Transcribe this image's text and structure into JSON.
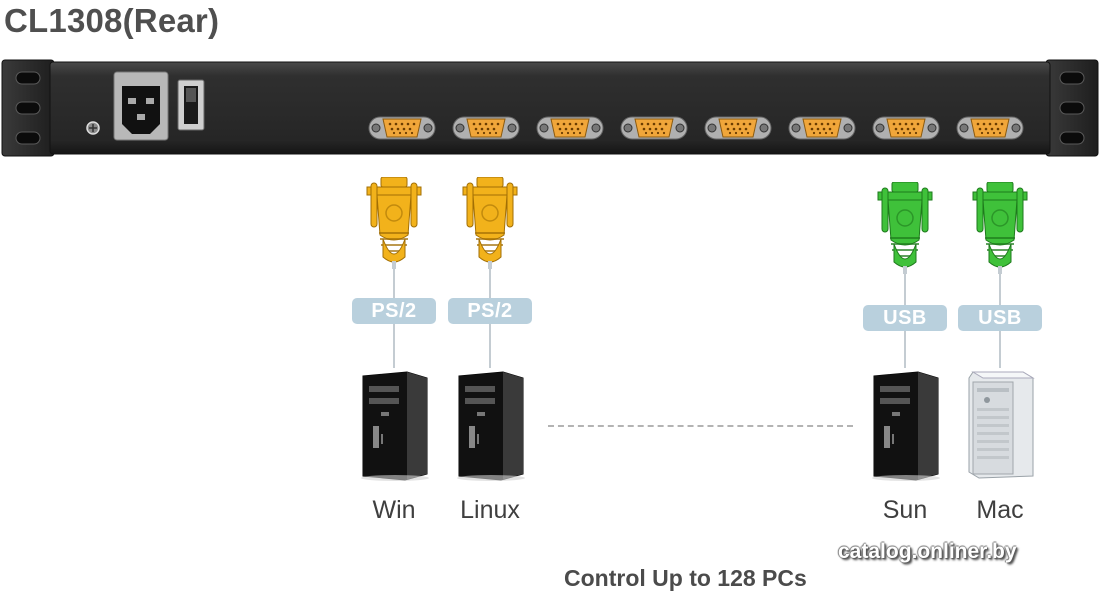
{
  "title": "CL1308(Rear)",
  "ports": [
    "port-1",
    "port-2",
    "port-3",
    "port-4",
    "port-5",
    "port-6",
    "port-7",
    "port-8"
  ],
  "connections": [
    {
      "interface": "PS/2",
      "pc_label": "Win",
      "connector_color": "#f2b21b",
      "pc_style": "tower-black"
    },
    {
      "interface": "PS/2",
      "pc_label": "Linux",
      "connector_color": "#f2b21b",
      "pc_style": "tower-black"
    },
    {
      "interface": "USB",
      "pc_label": "Sun",
      "connector_color": "#3fc13a",
      "pc_style": "tower-black"
    },
    {
      "interface": "USB",
      "pc_label": "Mac",
      "connector_color": "#3fc13a",
      "pc_style": "tower-silver"
    }
  ],
  "caption": "Control Up to 128 PCs",
  "watermark": "catalog.onliner.by",
  "colors": {
    "panel": "#2e2e2e",
    "vga_port": "#f0a63a",
    "ps2_connector": "#f2b21b",
    "usb_connector": "#3fc13a",
    "badge": "#b9d0dd"
  }
}
